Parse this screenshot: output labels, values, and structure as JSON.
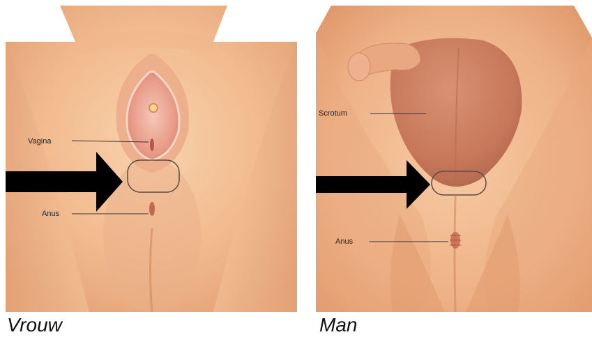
{
  "left_panel": {
    "caption": "Vrouw",
    "labels": {
      "vagina": "Vagina",
      "anus": "Anus"
    }
  },
  "right_panel": {
    "caption": "Man",
    "labels": {
      "scrotum": "Scrotum",
      "anus": "Anus"
    }
  },
  "colors": {
    "skin_light": "#f6c9a0",
    "skin_mid": "#eaa97c",
    "skin_shadow": "#d98d62",
    "tissue_pink": "#e79a86",
    "scrotum": "#c9775a",
    "arrow": "#000000",
    "pointer_line": "#333333",
    "highlight_outline": "#5a4a44"
  }
}
